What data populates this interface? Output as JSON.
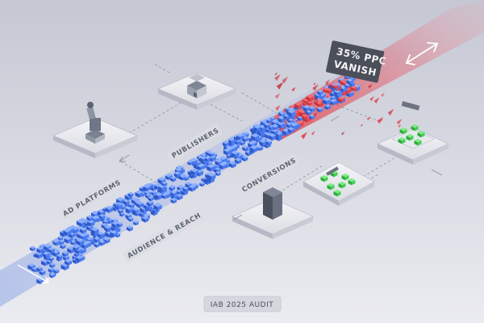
{
  "labels": {
    "ad_platforms": "AD PLATFORMS",
    "publishers": "PUBLISHERS",
    "conversions": "CONVERSIONS",
    "audience_reach": "AUDIENCE & REACH"
  },
  "callout": {
    "line1": "35% PPC",
    "line2": "VANISH"
  },
  "footer": {
    "label": "IAB 2025 AUDIT"
  },
  "colors": {
    "background_top": "#c8cad6",
    "background_bottom": "#e9eaef",
    "data_cube": "#3d6fe8",
    "loss_stream": "#e0454f",
    "success_cube": "#3fcf4f",
    "callout_bg": "#4a4f5a"
  },
  "icons": {
    "ad_platforms": "robot-arm-icon",
    "publishers": "storefront-icon",
    "audience": "server-block-icon"
  }
}
